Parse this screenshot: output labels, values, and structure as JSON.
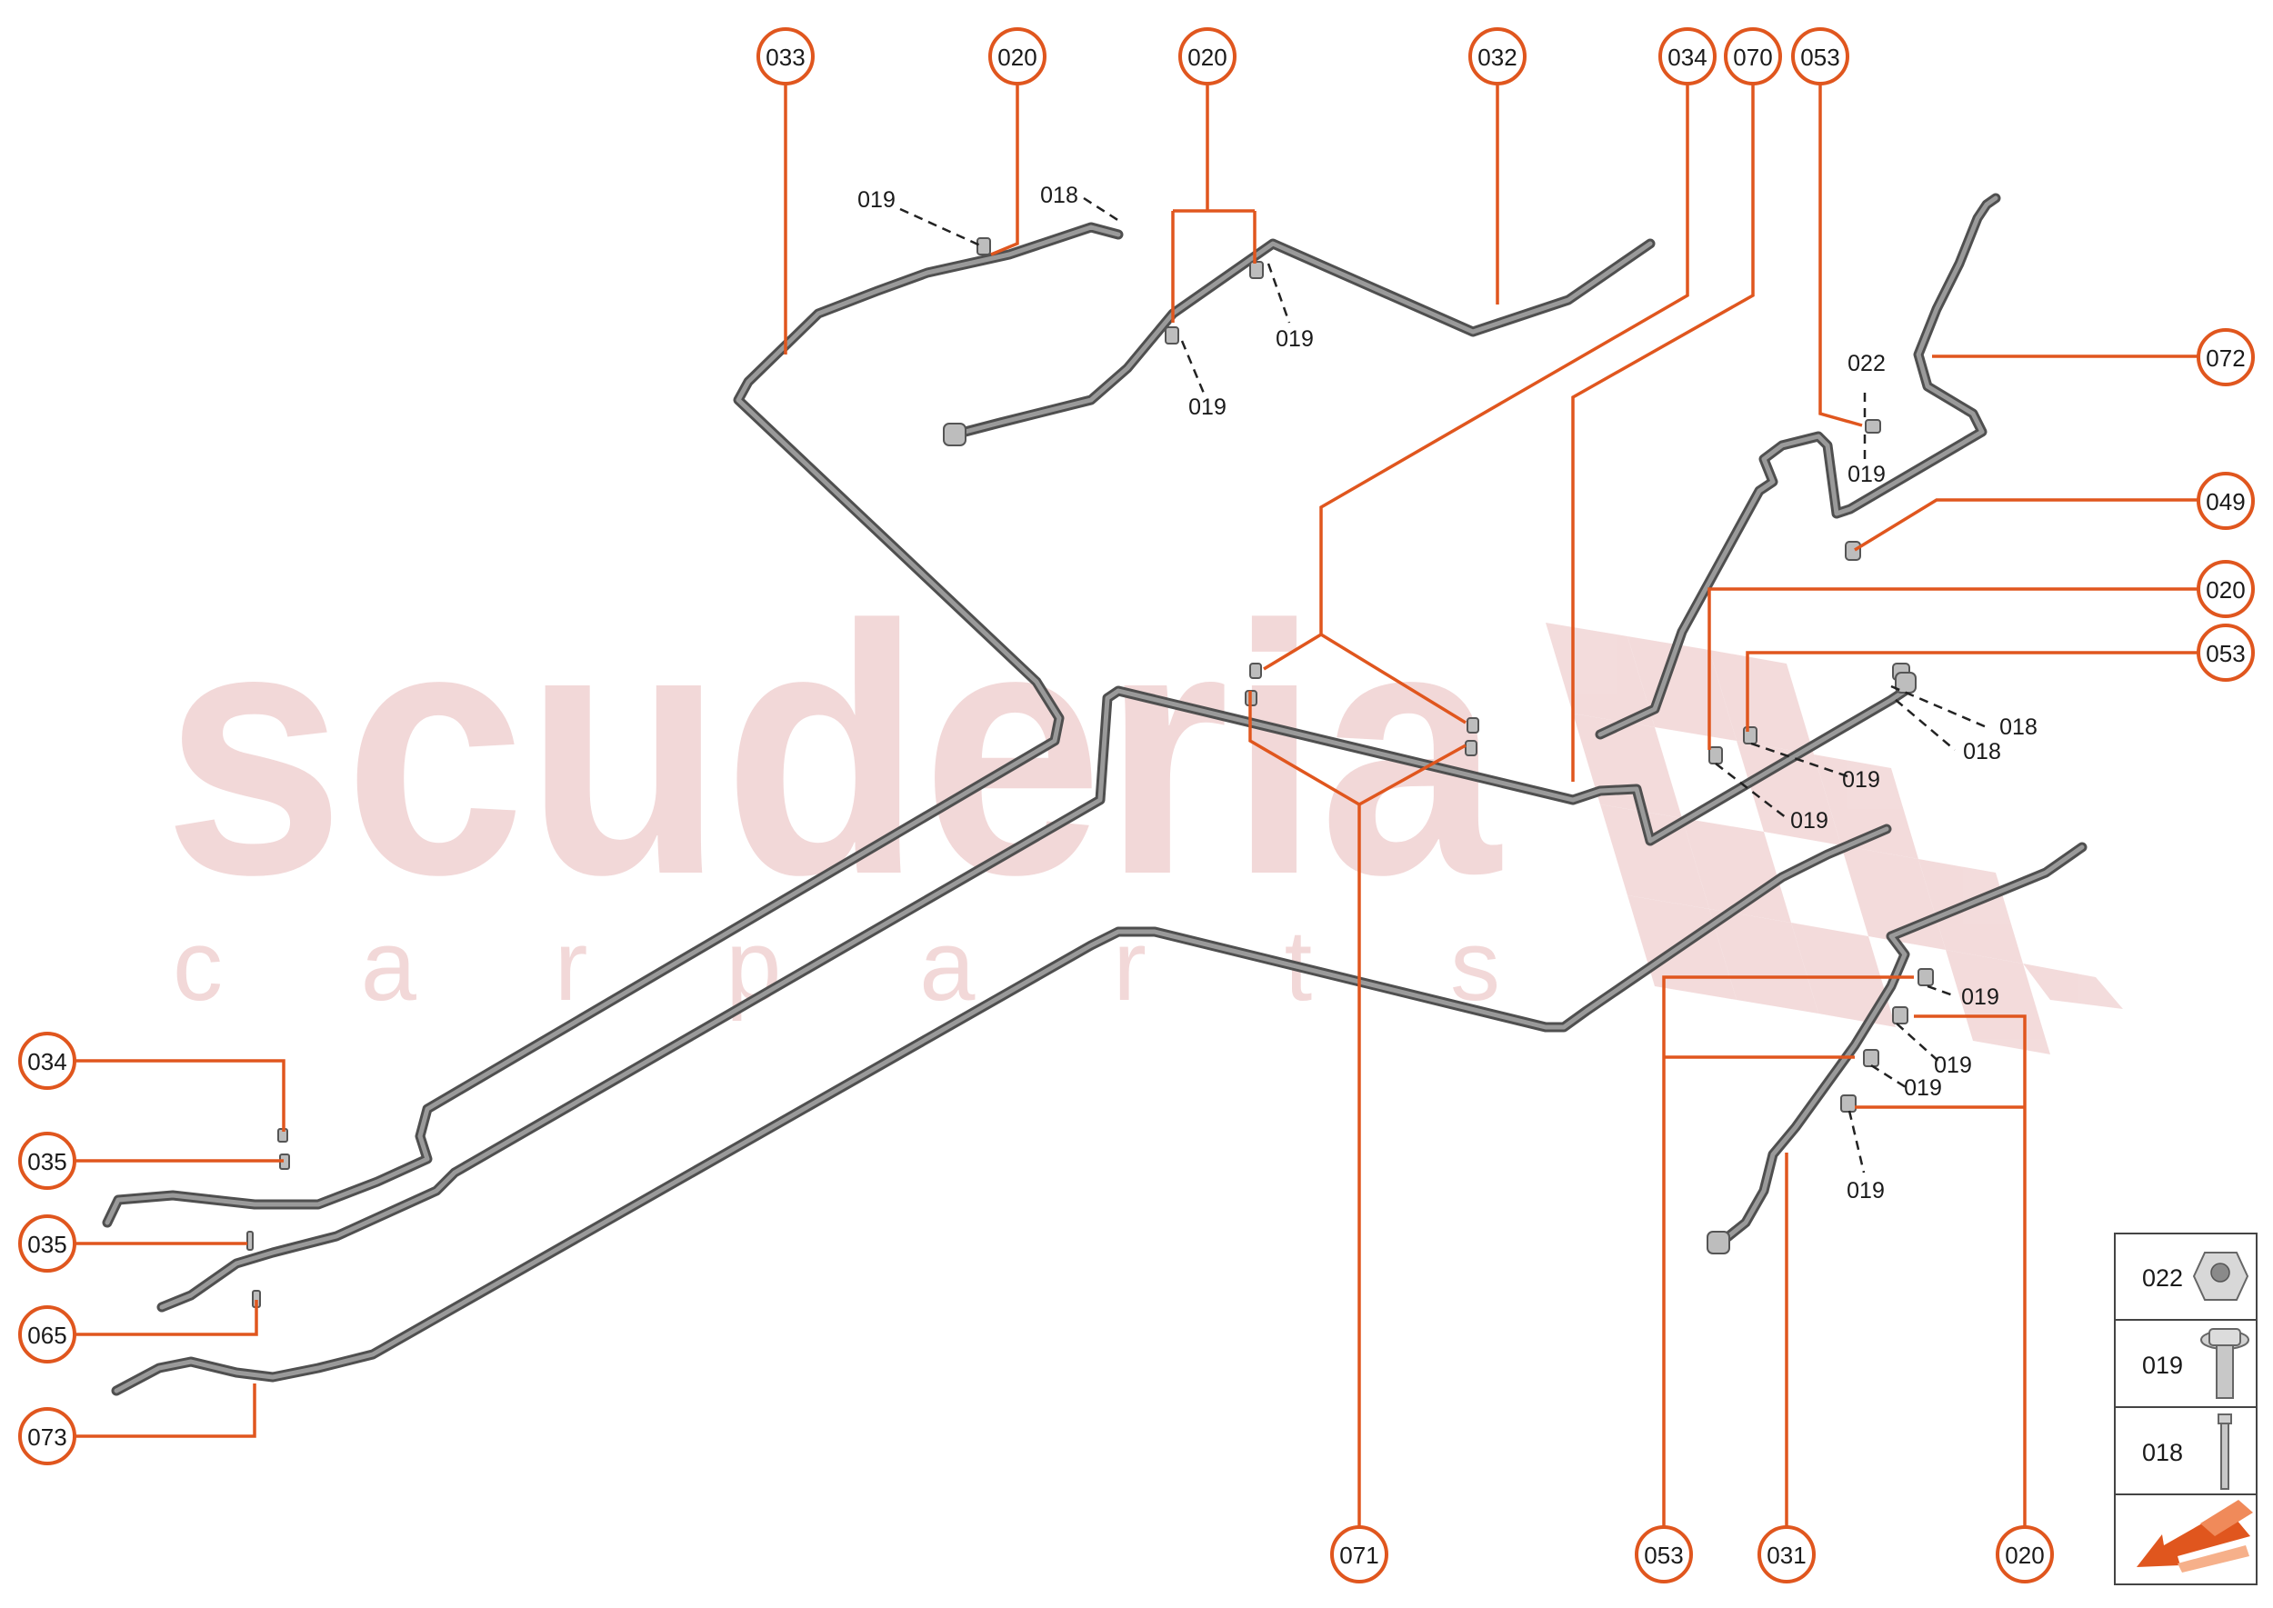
{
  "watermark": {
    "line1": "scuderia",
    "line2": "c a r  p a r t s"
  },
  "callouts": [
    {
      "id": "c-033-top",
      "label": "033"
    },
    {
      "id": "c-020-top-a",
      "label": "020"
    },
    {
      "id": "c-020-top-b",
      "label": "020"
    },
    {
      "id": "c-032-top",
      "label": "032"
    },
    {
      "id": "c-034-top",
      "label": "034"
    },
    {
      "id": "c-070-top",
      "label": "070"
    },
    {
      "id": "c-053-top",
      "label": "053"
    },
    {
      "id": "c-072-right",
      "label": "072"
    },
    {
      "id": "c-049-right",
      "label": "049"
    },
    {
      "id": "c-020-right",
      "label": "020"
    },
    {
      "id": "c-053-right",
      "label": "053"
    },
    {
      "id": "c-034-left",
      "label": "034"
    },
    {
      "id": "c-035-left-a",
      "label": "035"
    },
    {
      "id": "c-035-left-b",
      "label": "035"
    },
    {
      "id": "c-065-left",
      "label": "065"
    },
    {
      "id": "c-073-left",
      "label": "073"
    },
    {
      "id": "c-071-bottom",
      "label": "071"
    },
    {
      "id": "c-053-bottom",
      "label": "053"
    },
    {
      "id": "c-031-bottom",
      "label": "031"
    },
    {
      "id": "c-020-bottom",
      "label": "020"
    }
  ],
  "minor_labels": [
    "019",
    "018",
    "019",
    "019",
    "022",
    "019",
    "018",
    "018",
    "019",
    "019",
    "019",
    "019",
    "019",
    "019"
  ],
  "legend": {
    "rows": [
      {
        "label": "022",
        "icon": "nut-icon"
      },
      {
        "label": "019",
        "icon": "bolt-icon"
      },
      {
        "label": "018",
        "icon": "long-bolt-icon"
      }
    ],
    "direction_icon": "direction-arrow-icon"
  },
  "colors": {
    "accent": "#e0561e",
    "pipe": "#4f4f4f",
    "watermark": "#f2d8d8"
  }
}
